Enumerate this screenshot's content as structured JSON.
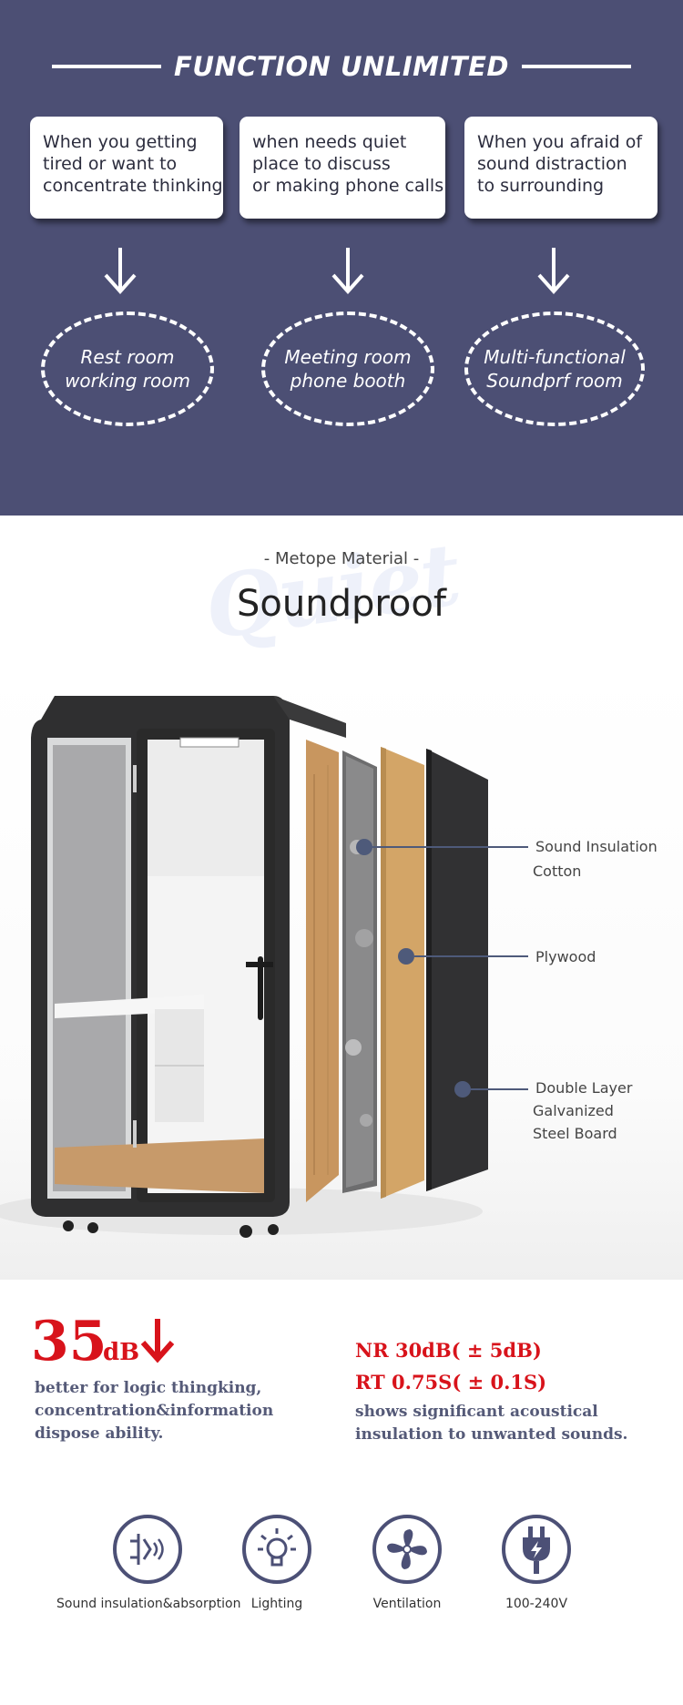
{
  "banner": {
    "title": "FUNCTION UNLIMITED",
    "columns": [
      {
        "card_lines": [
          "When you getting",
          "tired or want to",
          "concentrate thinking"
        ],
        "result_lines": [
          "Rest room",
          "working room"
        ]
      },
      {
        "card_lines": [
          "when needs quiet",
          "place to discuss",
          "or making phone calls"
        ],
        "result_lines": [
          "Meeting room",
          "phone booth"
        ]
      },
      {
        "card_lines": [
          "When you afraid of",
          "sound distraction",
          "to surrounding"
        ],
        "result_lines": [
          "Multi-functional",
          "Soundprf room"
        ]
      }
    ]
  },
  "section": {
    "subtitle": "- Metope Material -",
    "title": "Soundproof",
    "watermark": "Quiet"
  },
  "layers": {
    "insulation": [
      "Sound Insulation",
      "Cotton"
    ],
    "plywood": [
      "Plywood"
    ],
    "steel": [
      "Double Layer",
      "Galvanized",
      "Steel Board"
    ]
  },
  "stats": {
    "db_value": "35",
    "db_unit": "dB",
    "left_lines": [
      "better for logic thingking,",
      "concentration&information",
      "dispose ability."
    ],
    "nr": "NR 30dB( ± 5dB)",
    "rt": "RT 0.75S( ± 0.1S)",
    "right_lines": [
      "shows significant acoustical",
      "insulation to unwanted sounds."
    ]
  },
  "features": [
    {
      "label": "Sound insulation&absorption",
      "icon": "sound-insulation-icon"
    },
    {
      "label": "Lighting",
      "icon": "lightbulb-icon"
    },
    {
      "label": "Ventilation",
      "icon": "fan-icon"
    },
    {
      "label": "100-240V",
      "icon": "power-plug-icon"
    }
  ],
  "colors": {
    "banner_bg": "#4c4f74",
    "accent_red": "#d8131b",
    "icon_navy": "#4c5076"
  }
}
